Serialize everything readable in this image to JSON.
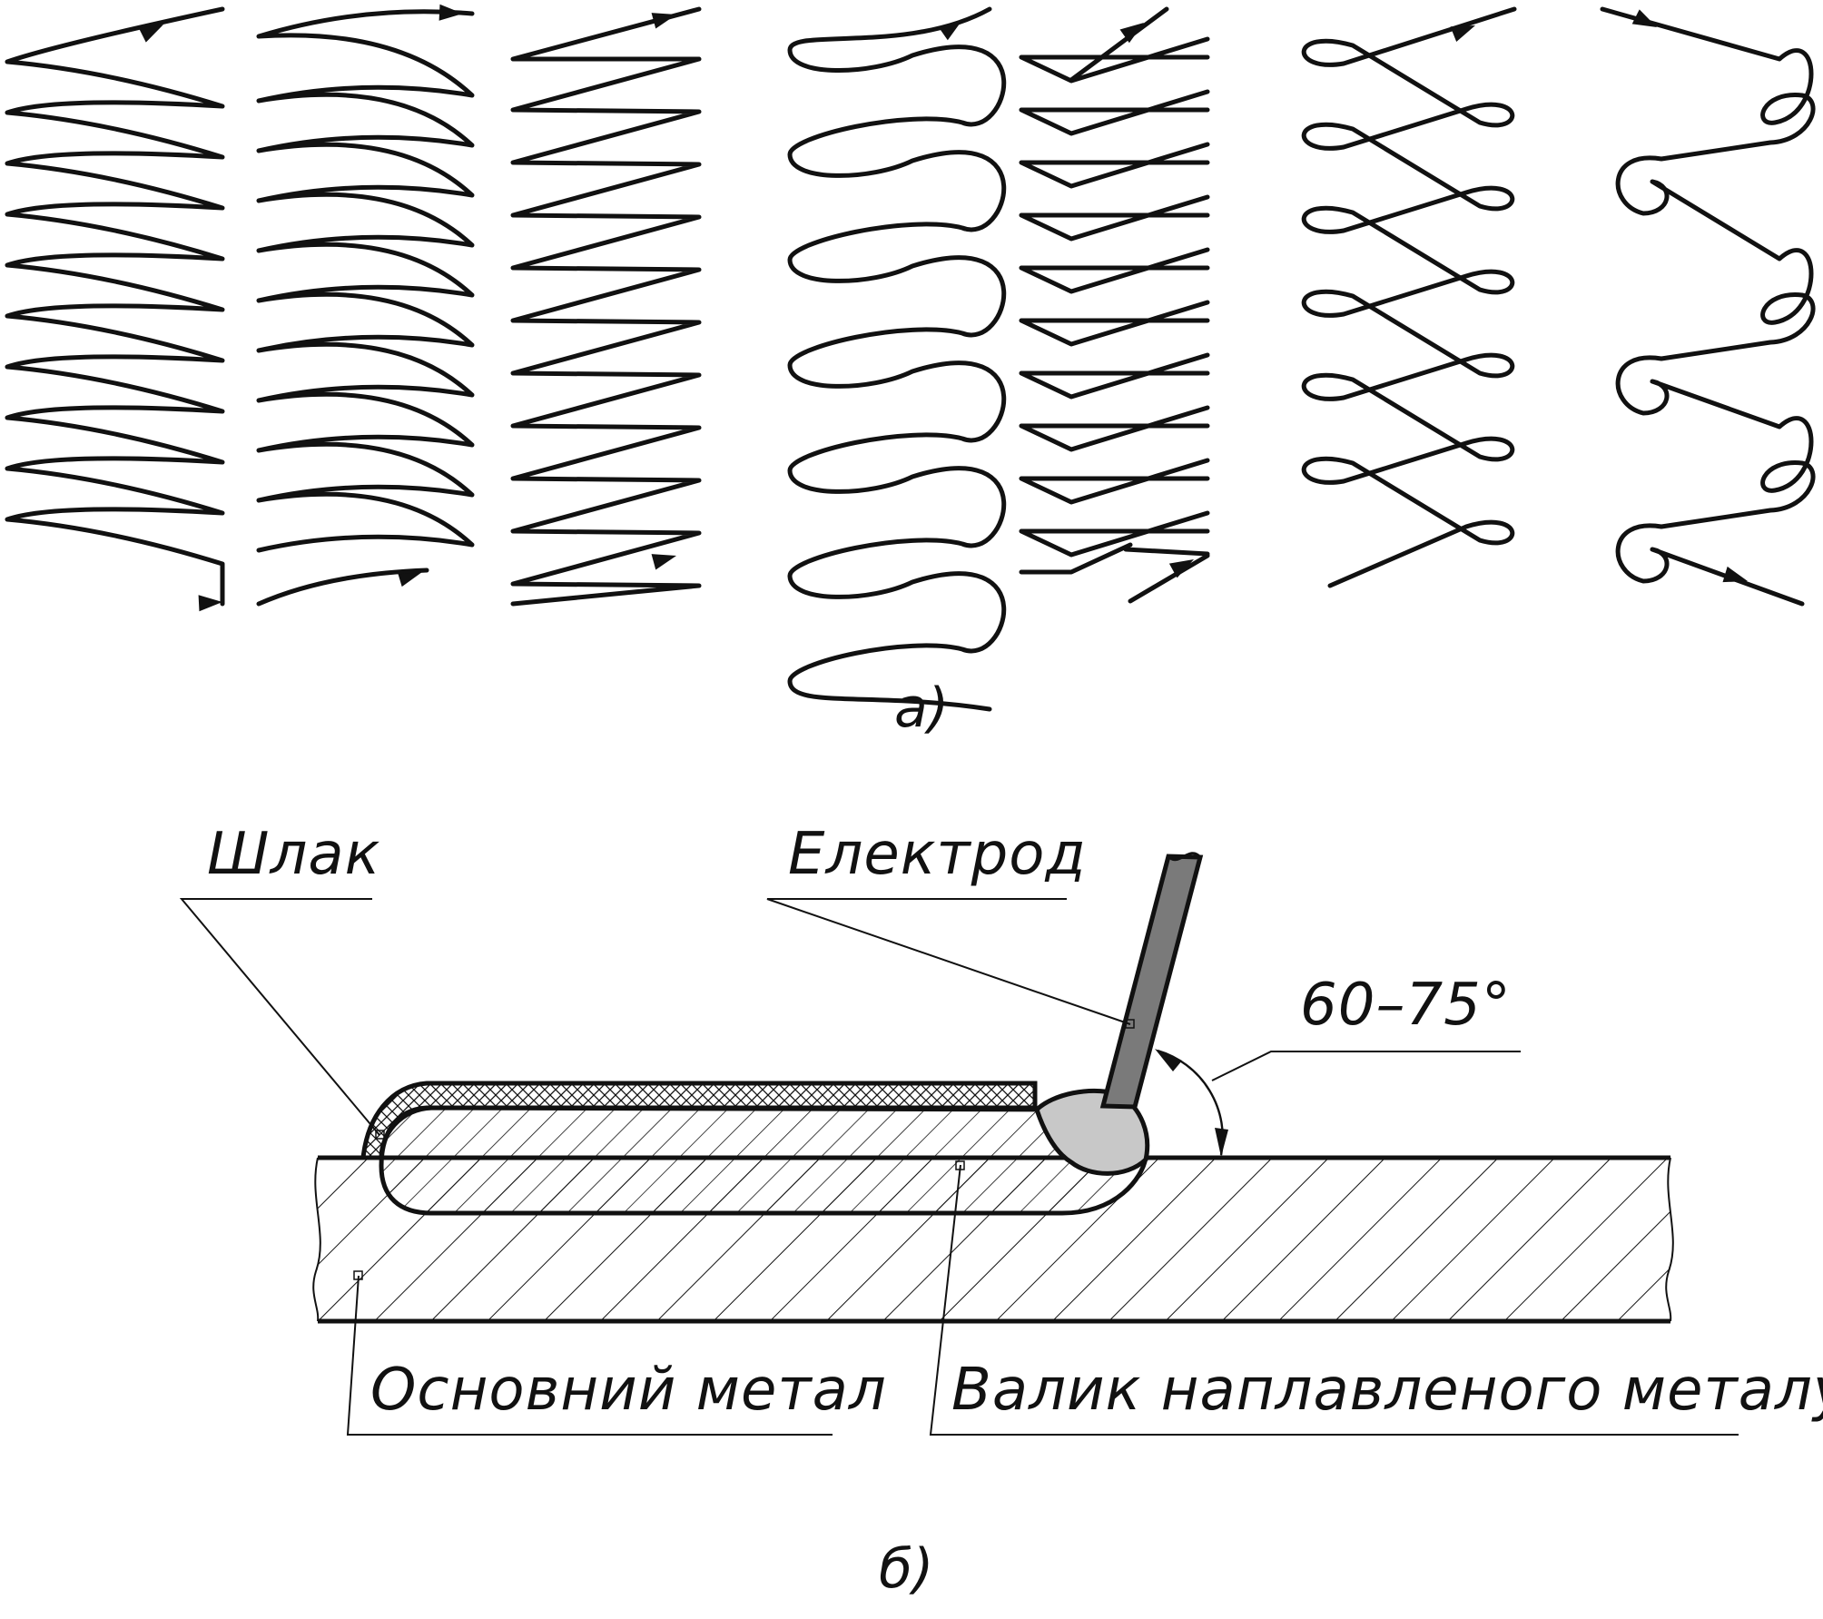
{
  "diagram": {
    "colors": {
      "line": "#111111",
      "electrode_fill": "#7a7a7a",
      "molten_pool_fill": "#c8c8c8",
      "background": "#ffffff"
    },
    "part_a": {
      "caption": "а)",
      "patterns": [
        {
          "name": "zigzag-arcs"
        },
        {
          "name": "crescents"
        },
        {
          "name": "sharp-zigzag"
        },
        {
          "name": "loops"
        },
        {
          "name": "triangles"
        },
        {
          "name": "figure-eight"
        },
        {
          "name": "figure-eight-loops"
        }
      ]
    },
    "part_b": {
      "caption": "б)",
      "labels": {
        "slag": "Шлак",
        "electrode": "Електрод",
        "angle": "60–75°",
        "base_metal": "Основний метал",
        "weld_bead": "Валик наплавленого металу"
      }
    }
  }
}
